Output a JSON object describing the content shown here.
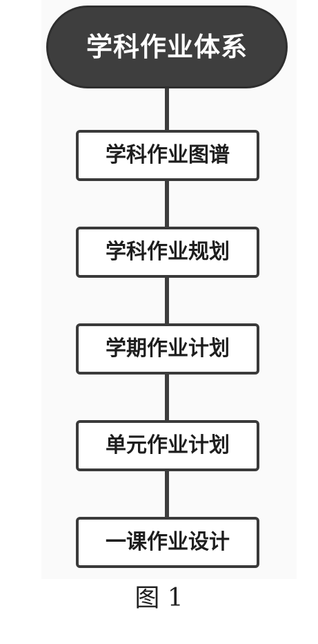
{
  "diagram": {
    "root": {
      "label": "学科作业体系"
    },
    "steps": [
      {
        "label": "学科作业图谱"
      },
      {
        "label": "学科作业规划"
      },
      {
        "label": "学期作业计划"
      },
      {
        "label": "单元作业计划"
      },
      {
        "label": "一课作业设计"
      }
    ],
    "colors": {
      "root_fill": "#3e3e3e",
      "root_text": "#ffffff",
      "step_border": "#3a3a3a",
      "connector": "#3d3d3d"
    }
  },
  "caption": "图 1"
}
